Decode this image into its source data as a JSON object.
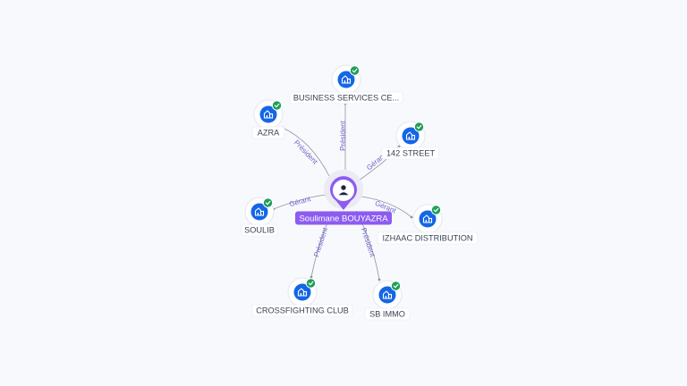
{
  "center": {
    "name": "Soulimane BOUYAZRA",
    "icon": "person-icon"
  },
  "colors": {
    "edge": "#8f93a3",
    "edge_label": "#6b64c8",
    "center_marker": "#8c5cf0",
    "center_label_bg": "#8c5cf0",
    "company_icon_bg": "#1466e6",
    "check_badge": "#1f9e5a",
    "node_text": "#3c4257"
  },
  "companies": [
    {
      "name": "BUSINESS SERVICES CE...",
      "role": "Président",
      "icon": "company-building-icon",
      "verified": true
    },
    {
      "name": "AZRA",
      "role": "Président",
      "icon": "company-building-icon",
      "verified": true
    },
    {
      "name": "142 STREET",
      "role": "Gérant",
      "icon": "company-building-icon",
      "verified": true
    },
    {
      "name": "SOULIB",
      "role": "Gérant",
      "icon": "company-building-icon",
      "verified": true
    },
    {
      "name": "IZHAAC DISTRIBUTION",
      "role": "Gérant",
      "icon": "company-building-icon",
      "verified": true
    },
    {
      "name": "CROSSFIGHTING CLUB",
      "role": "Président",
      "icon": "company-building-icon",
      "verified": true
    },
    {
      "name": "SB IMMO",
      "role": "Président",
      "icon": "company-building-icon",
      "verified": true
    }
  ]
}
